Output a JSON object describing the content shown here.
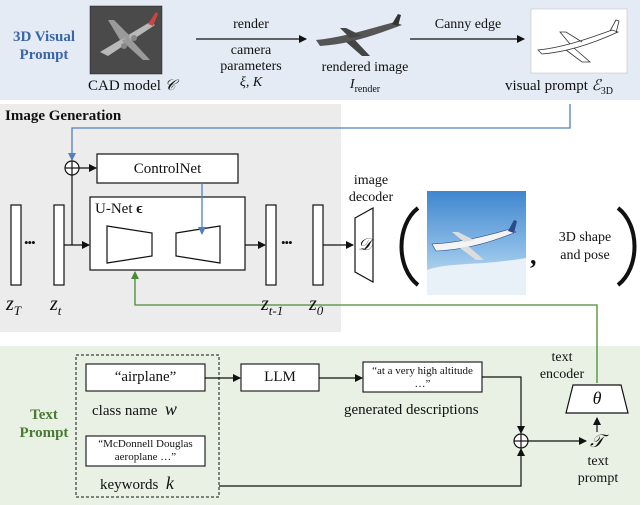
{
  "visual_prompt": {
    "section_title": [
      "3D Visual",
      "Prompt"
    ],
    "cad_caption": "CAD model",
    "cad_symbol": "𝒞",
    "render_label": "render",
    "camera_label": [
      "camera",
      "parameters"
    ],
    "camera_symbols": "ξ, K",
    "rendered_caption": "rendered image",
    "rendered_symbol": "I",
    "rendered_sub": "render",
    "canny_label": "Canny edge",
    "visual_prompt_caption": "visual prompt",
    "visual_prompt_symbol": "ℰ",
    "visual_prompt_sub": "3D"
  },
  "generation": {
    "section_title": "Image Generation",
    "controlnet_label": "ControlNet",
    "unet_label": "U-Net",
    "unet_symbol": "ϵ",
    "z_labels": [
      {
        "base": "z",
        "sub": "T"
      },
      {
        "base": "z",
        "sub": "t"
      },
      {
        "base": "z",
        "sub": "t-1"
      },
      {
        "base": "z",
        "sub": "0"
      }
    ],
    "dots": "•••",
    "decoder_label": [
      "image",
      "decoder"
    ],
    "decoder_symbol": "𝒟",
    "output_label": [
      "3D shape",
      "and pose"
    ]
  },
  "text_prompt": {
    "section_title": [
      "Text",
      "Prompt"
    ],
    "class_name_value": "“airplane”",
    "class_name_caption": "class name",
    "class_name_symbol": "w",
    "keywords_value": [
      "“McDonnell Douglas",
      "aeroplane …”"
    ],
    "keywords_caption": "keywords",
    "keywords_symbol": "k",
    "llm_label": "LLM",
    "description_value": [
      "“at a very high altitude",
      "…”"
    ],
    "description_caption": "generated descriptions",
    "encoder_label": [
      "text",
      "encoder"
    ],
    "encoder_symbol": "θ",
    "text_prompt_symbol": "𝒯",
    "text_prompt_caption": [
      "text",
      "prompt"
    ],
    "oplus": "⊕"
  },
  "colors": {
    "visual_bg": "#e4ebf5",
    "generation_bg": "#ececec",
    "text_bg": "#e8f1e4",
    "visual_title": "#3b66a6",
    "text_title": "#4a7a35",
    "blue_arrow": "#5080c0",
    "green_arrow": "#4a8a35"
  }
}
